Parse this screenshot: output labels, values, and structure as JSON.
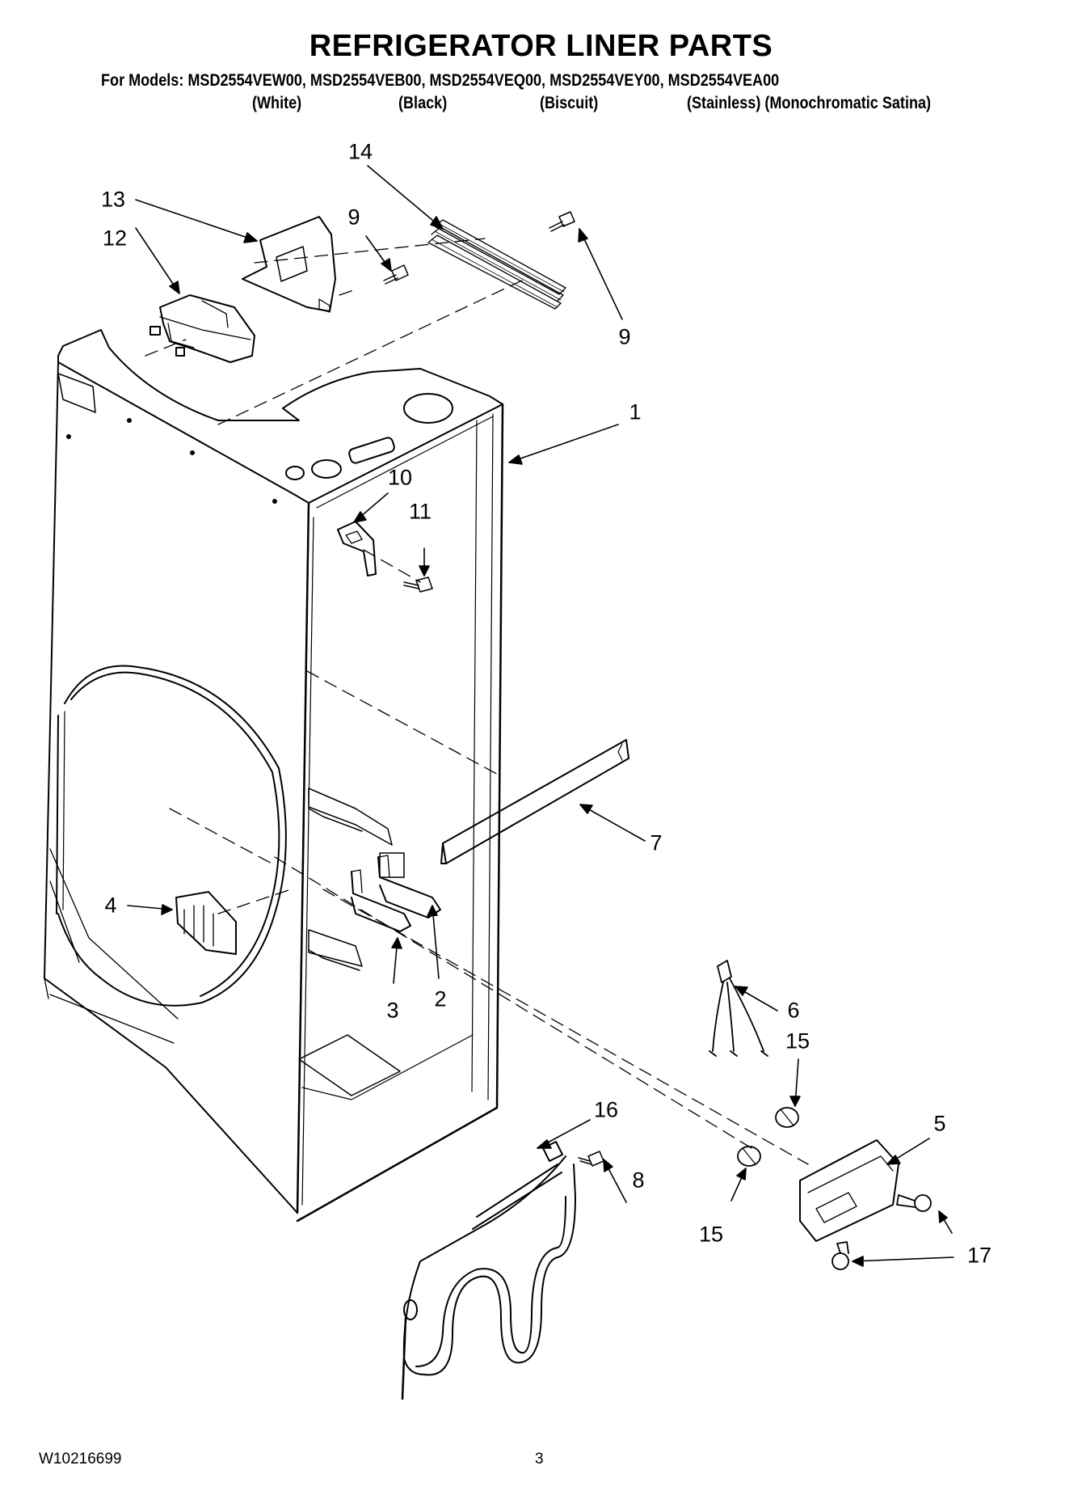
{
  "title": "REFRIGERATOR LINER PARTS",
  "models_line": "For Models: MSD2554VEW00, MSD2554VEB00, MSD2554VEQ00, MSD2554VEY00, MSD2554VEA00",
  "variants": [
    "(White)",
    "(Black)",
    "(Biscuit)",
    "(Stainless) (Monochromatic Satina)"
  ],
  "callouts": {
    "c14": "14",
    "c13": "13",
    "c12": "12",
    "c9a": "9",
    "c9b": "9",
    "c1": "1",
    "c10": "10",
    "c11": "11",
    "c7": "7",
    "c4": "4",
    "c3": "3",
    "c2": "2",
    "c6": "6",
    "c15a": "15",
    "c16": "16",
    "c5": "5",
    "c8": "8",
    "c15b": "15",
    "c17": "17"
  },
  "footer": {
    "doc_id": "W10216699",
    "page": "3"
  }
}
